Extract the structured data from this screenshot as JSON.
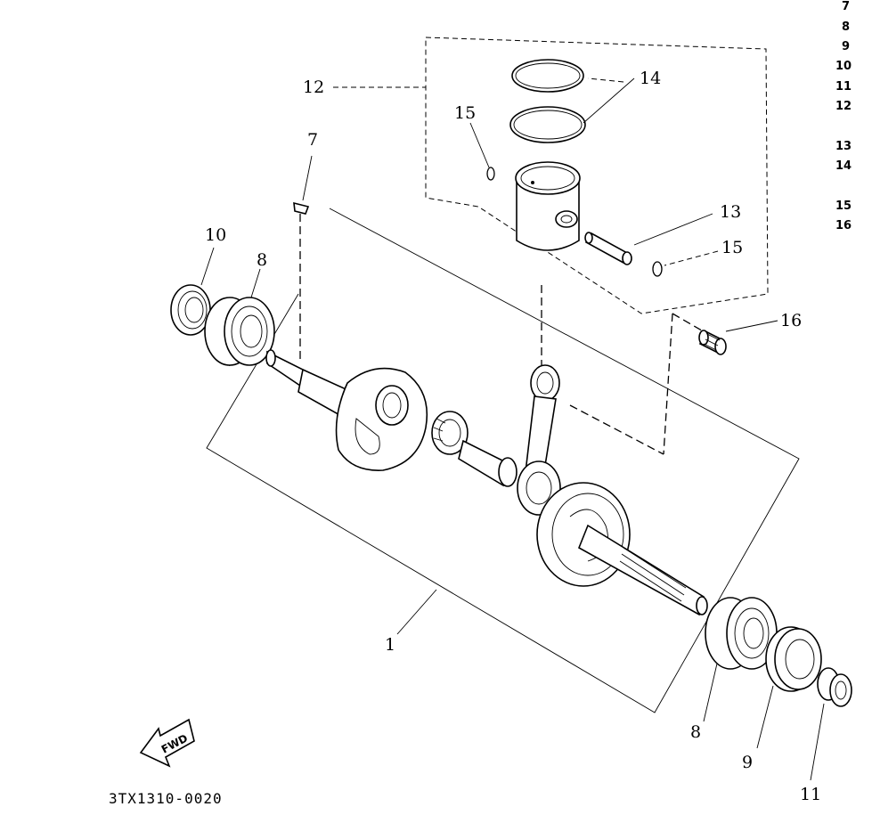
{
  "diagram": {
    "callouts": {
      "c1": "1",
      "c7": "7",
      "c8a": "8",
      "c8b": "8",
      "c9": "9",
      "c10": "10",
      "c11": "11",
      "c12": "12",
      "c13": "13",
      "c14": "14",
      "c15a": "15",
      "c15b": "15",
      "c16": "16"
    },
    "legend_numbers": [
      "7",
      "8",
      "9",
      "10",
      "11",
      "12",
      "13",
      "14",
      "15",
      "16"
    ],
    "fwd_label": "FWD",
    "figure_code": "3TX1310-0020"
  }
}
